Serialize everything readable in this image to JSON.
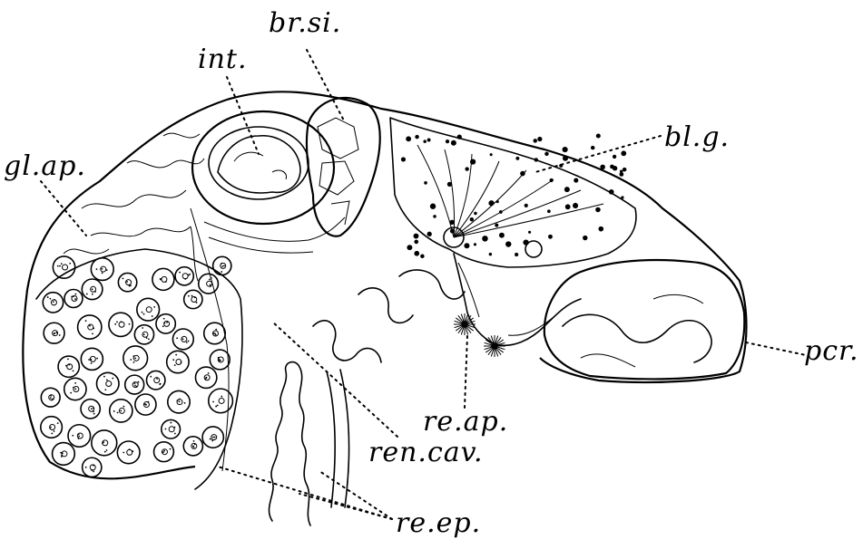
{
  "labels": {
    "int": "int.",
    "br_si": "br.si.",
    "bl_g": "bl.g.",
    "gl_ap": "gl.ap.",
    "pcr": "pcr.",
    "re_ap": "re.ap.",
    "ren_cav": "ren.cav.",
    "re_ep": "re.ep."
  }
}
